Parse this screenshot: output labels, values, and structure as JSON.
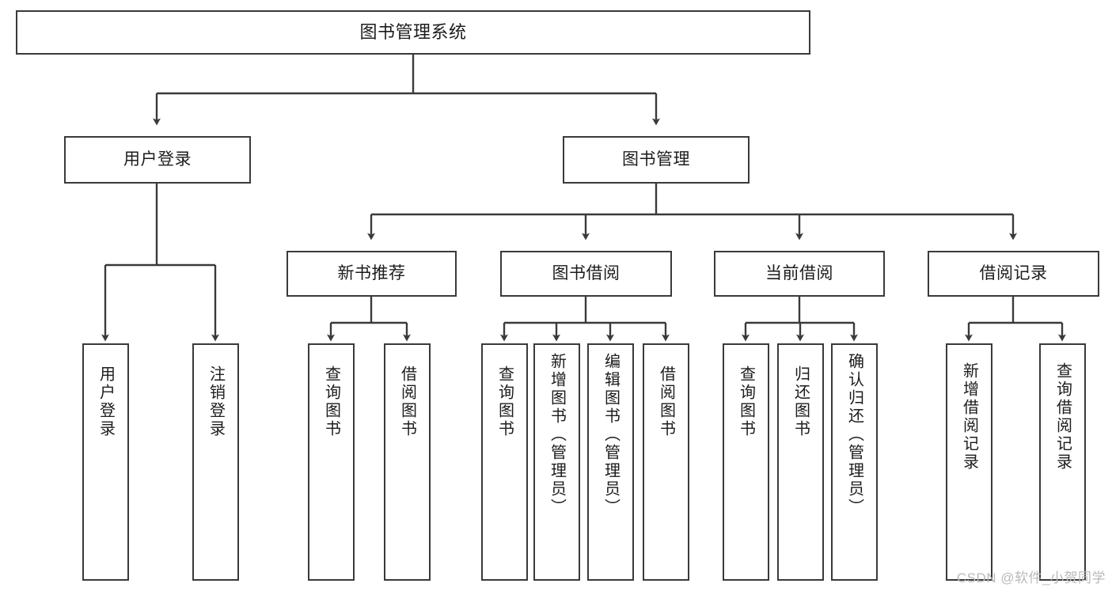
{
  "diagram": {
    "title": "图书管理系统",
    "type": "hierarchy-tree",
    "stroke_color": "#3a3a3a",
    "background_color": "#ffffff",
    "nodes": {
      "root": {
        "label": "图书管理系统"
      },
      "level2": [
        {
          "id": "user-login",
          "label": "用户登录"
        },
        {
          "id": "book-management",
          "label": "图书管理"
        }
      ],
      "level3": [
        {
          "id": "new-book-recommend",
          "label": "新书推荐"
        },
        {
          "id": "book-borrow",
          "label": "图书借阅"
        },
        {
          "id": "current-borrow",
          "label": "当前借阅"
        },
        {
          "id": "borrow-record",
          "label": "借阅记录"
        }
      ],
      "leaves": {
        "user_login": [
          {
            "id": "leaf-user-login",
            "label": "用户登录"
          },
          {
            "id": "leaf-logout-login",
            "label": "注销登录"
          }
        ],
        "new_book_recommend": [
          {
            "id": "leaf-query-books-1",
            "label": "查询图书"
          },
          {
            "id": "leaf-borrow-books-1",
            "label": "借阅图书"
          }
        ],
        "book_borrow": [
          {
            "id": "leaf-query-books-2",
            "label": "查询图书"
          },
          {
            "id": "leaf-add-book",
            "label": "新增图书（管理员）"
          },
          {
            "id": "leaf-edit-book",
            "label": "编辑图书（管理员）"
          },
          {
            "id": "leaf-borrow-books-2",
            "label": "借阅图书"
          }
        ],
        "current_borrow": [
          {
            "id": "leaf-query-books-3",
            "label": "查询图书"
          },
          {
            "id": "leaf-return-book",
            "label": "归还图书"
          },
          {
            "id": "leaf-confirm-return",
            "label": "确认归还（管理员）"
          }
        ],
        "borrow_record": [
          {
            "id": "leaf-add-record",
            "label": "新增借阅记录"
          },
          {
            "id": "leaf-query-record",
            "label": "查询借阅记录"
          }
        ]
      }
    },
    "watermark": "CSDN @软件_小贺同学"
  }
}
